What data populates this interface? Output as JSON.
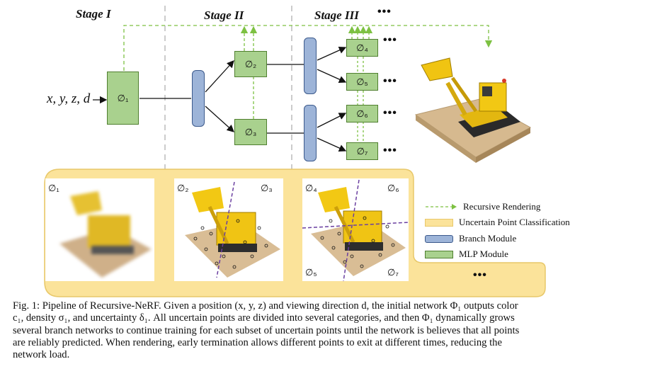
{
  "stages": [
    "Stage I",
    "Stage II",
    "Stage III",
    "•••"
  ],
  "input_label": "x, y, z, d",
  "mlp_modules": [
    "∅₁",
    "∅₂",
    "∅₃",
    "∅₄",
    "∅₅",
    "∅₆",
    "∅₇"
  ],
  "continuation": "•••",
  "thumbnails": {
    "stage1": [
      "∅₁"
    ],
    "stage2": [
      "∅₂",
      "∅₃"
    ],
    "stage3": [
      "∅₄",
      "∅₆",
      "∅₅",
      "∅₇"
    ]
  },
  "legend": [
    {
      "label": "Recursive Rendering",
      "color": "#7dc142",
      "kind": "arrow"
    },
    {
      "label": "Uncertain Point Classification",
      "color": "#fbe39a",
      "kind": "box"
    },
    {
      "label": "Branch Module",
      "color": "#9db4d8",
      "kind": "box"
    },
    {
      "label": "MLP Module",
      "color": "#a9d18e",
      "kind": "box"
    }
  ],
  "caption": [
    "Fig. 1: Pipeline of Recursive-NeRF. Given a position (x, y, z) and viewing direction d, the initial network Φ₁ outputs color",
    "c₁, density σ₁, and uncertainty δ₁. All uncertain points are divided into several categories, and then Φ₁ dynamically grows",
    "several branch networks to continue training for each subset of uncertain points until the network is believes that all points",
    "are reliably predicted. When rendering, early termination allows different points to exit at different times, reducing the",
    "network load."
  ]
}
